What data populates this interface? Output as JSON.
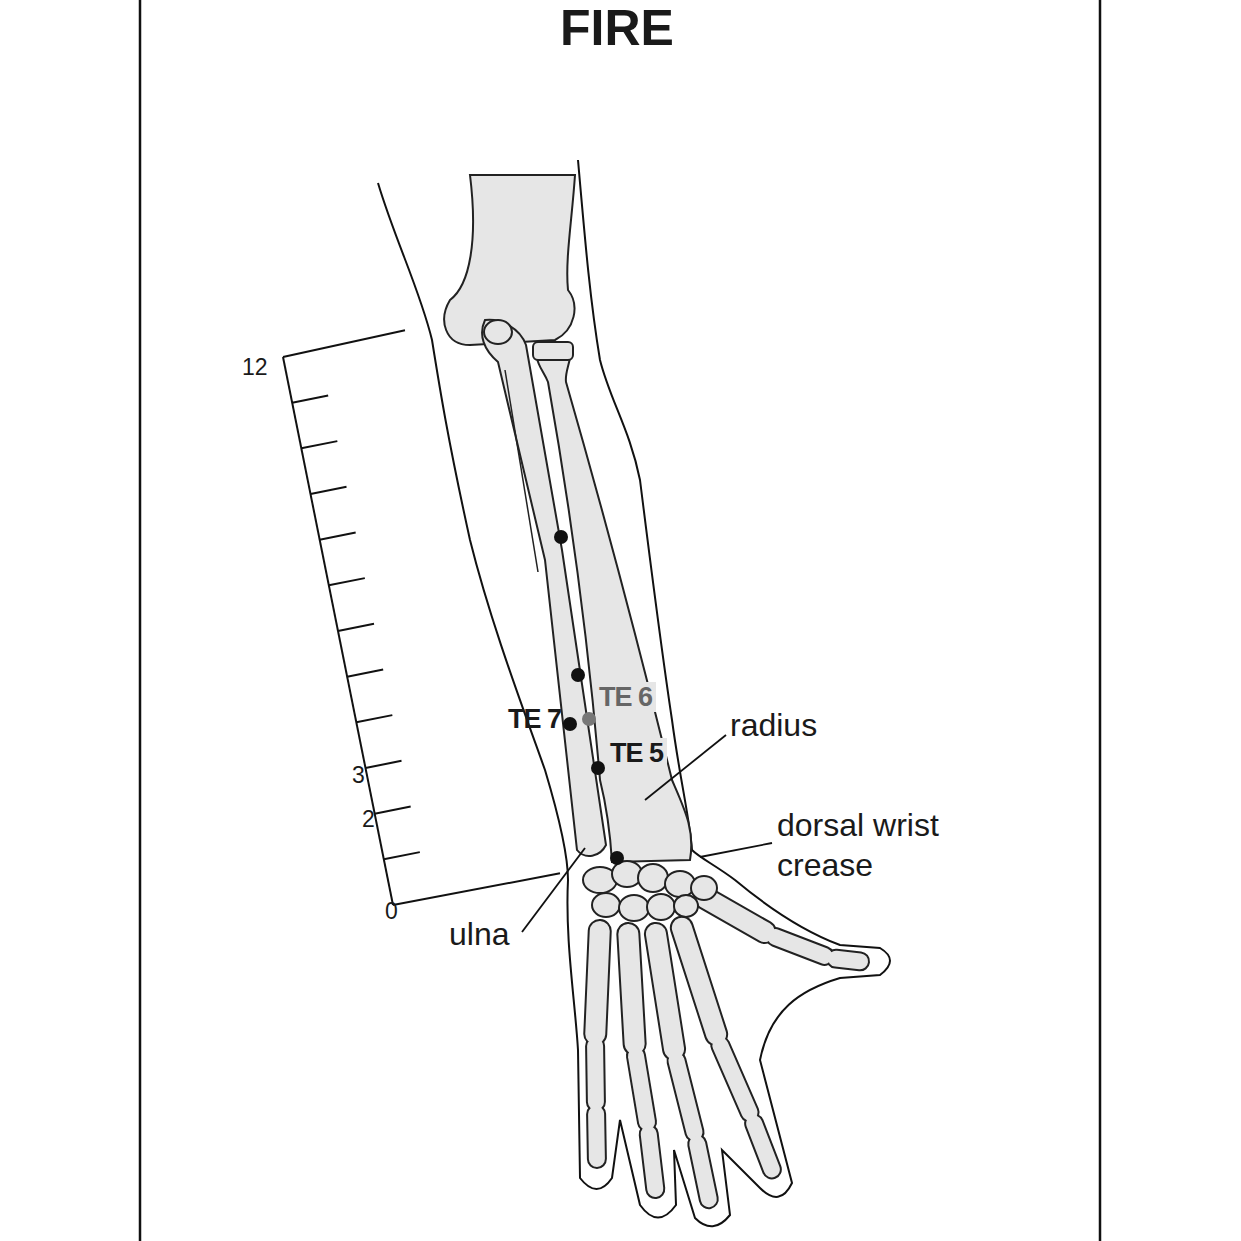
{
  "diagram": {
    "title": "FIRE",
    "labels": [
      "12",
      "3",
      "2",
      "0",
      "TE 6",
      "TE 7",
      "TE 5",
      "radius",
      "dorsal wrist crease",
      "ulna"
    ]
  }
}
